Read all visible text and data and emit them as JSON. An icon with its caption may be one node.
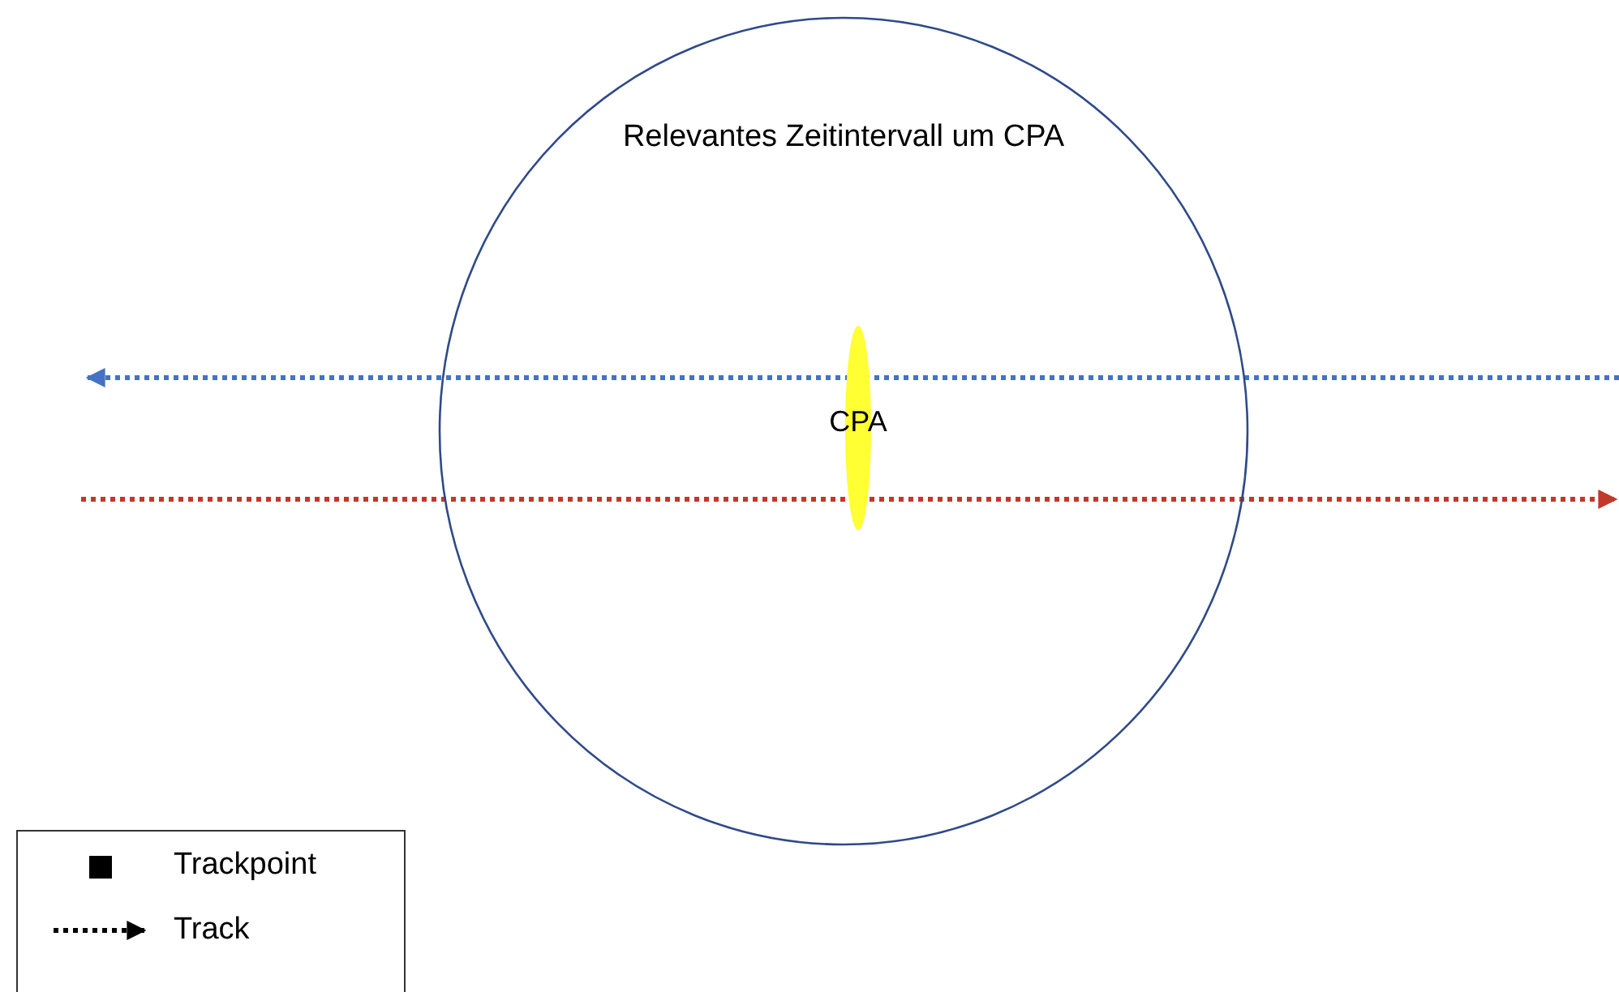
{
  "diagram": {
    "nodes": [
      {
        "text": [
          "Relevantes Zeitintervall um CPA"
        ]
      },
      {
        "text": [
          "CPA"
        ],
        "in": 0
      }
    ],
    "legend": [
      {
        "text": "Trackpoint"
      },
      {
        "text": "Track"
      }
    ]
  }
}
